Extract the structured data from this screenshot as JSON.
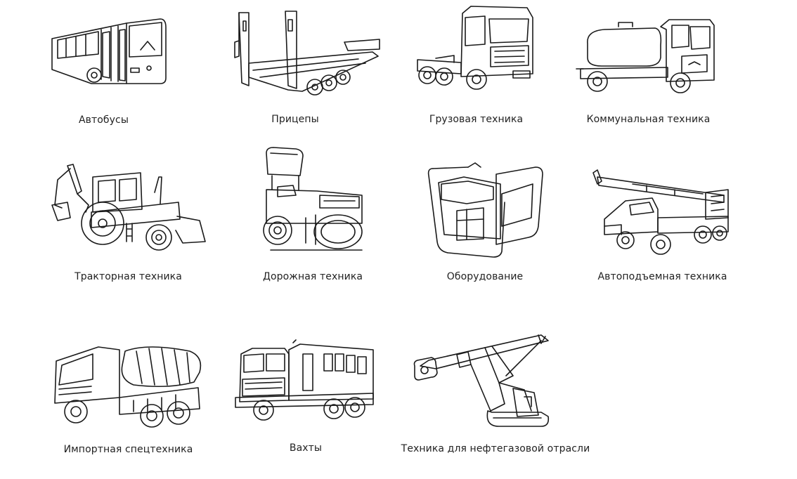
{
  "categories": [
    {
      "label": "Автобусы",
      "icon": "bus-icon"
    },
    {
      "label": "Прицепы",
      "icon": "trailer-icon"
    },
    {
      "label": "Грузовая техника",
      "icon": "truck-icon"
    },
    {
      "label": "Коммунальная техника",
      "icon": "tanker-truck-icon"
    },
    {
      "label": "Тракторная техника",
      "icon": "backhoe-tractor-icon"
    },
    {
      "label": "Дорожная техника",
      "icon": "road-roller-icon"
    },
    {
      "label": "Оборудование",
      "icon": "generator-icon"
    },
    {
      "label": "Автоподъемная техника",
      "icon": "crane-truck-icon"
    },
    {
      "label": "Импортная спецтехника",
      "icon": "concrete-mixer-icon"
    },
    {
      "label": "Вахты",
      "icon": "shift-bus-truck-icon"
    },
    {
      "label": "Техника для нефтегазовой отрасли",
      "icon": "drilling-rig-icon"
    }
  ]
}
